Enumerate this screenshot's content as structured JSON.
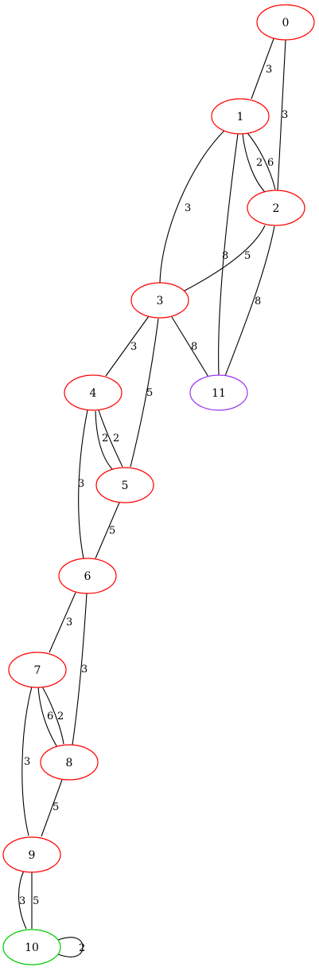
{
  "graph": {
    "nodes": [
      {
        "id": "0",
        "label": "0",
        "color": "#ff0000"
      },
      {
        "id": "1",
        "label": "1",
        "color": "#ff0000"
      },
      {
        "id": "2",
        "label": "2",
        "color": "#ff0000"
      },
      {
        "id": "3",
        "label": "3",
        "color": "#ff0000"
      },
      {
        "id": "4",
        "label": "4",
        "color": "#ff0000"
      },
      {
        "id": "5",
        "label": "5",
        "color": "#ff0000"
      },
      {
        "id": "6",
        "label": "6",
        "color": "#ff0000"
      },
      {
        "id": "7",
        "label": "7",
        "color": "#ff0000"
      },
      {
        "id": "8",
        "label": "8",
        "color": "#ff0000"
      },
      {
        "id": "9",
        "label": "9",
        "color": "#ff0000"
      },
      {
        "id": "10",
        "label": "10",
        "color": "#00cc00"
      },
      {
        "id": "11",
        "label": "11",
        "color": "#9933ee"
      }
    ],
    "edges": [
      {
        "from": "0",
        "to": "1",
        "label": "3"
      },
      {
        "from": "0",
        "to": "2",
        "label": "3"
      },
      {
        "from": "1",
        "to": "2",
        "label": "2"
      },
      {
        "from": "1",
        "to": "2",
        "label": "6"
      },
      {
        "from": "1",
        "to": "3",
        "label": "3"
      },
      {
        "from": "1",
        "to": "11",
        "label": "8"
      },
      {
        "from": "2",
        "to": "3",
        "label": "5"
      },
      {
        "from": "2",
        "to": "11",
        "label": "8"
      },
      {
        "from": "3",
        "to": "4",
        "label": "3"
      },
      {
        "from": "3",
        "to": "5",
        "label": "5"
      },
      {
        "from": "3",
        "to": "11",
        "label": "8"
      },
      {
        "from": "4",
        "to": "5",
        "label": "2"
      },
      {
        "from": "4",
        "to": "5",
        "label": "2"
      },
      {
        "from": "4",
        "to": "6",
        "label": "3"
      },
      {
        "from": "5",
        "to": "6",
        "label": "5"
      },
      {
        "from": "6",
        "to": "7",
        "label": "3"
      },
      {
        "from": "6",
        "to": "8",
        "label": "3"
      },
      {
        "from": "7",
        "to": "8",
        "label": "6"
      },
      {
        "from": "7",
        "to": "8",
        "label": "2"
      },
      {
        "from": "7",
        "to": "9",
        "label": "3"
      },
      {
        "from": "8",
        "to": "9",
        "label": "5"
      },
      {
        "from": "9",
        "to": "10",
        "label": "3"
      },
      {
        "from": "9",
        "to": "10",
        "label": "5"
      },
      {
        "from": "10",
        "to": "10",
        "label": "2"
      }
    ]
  }
}
